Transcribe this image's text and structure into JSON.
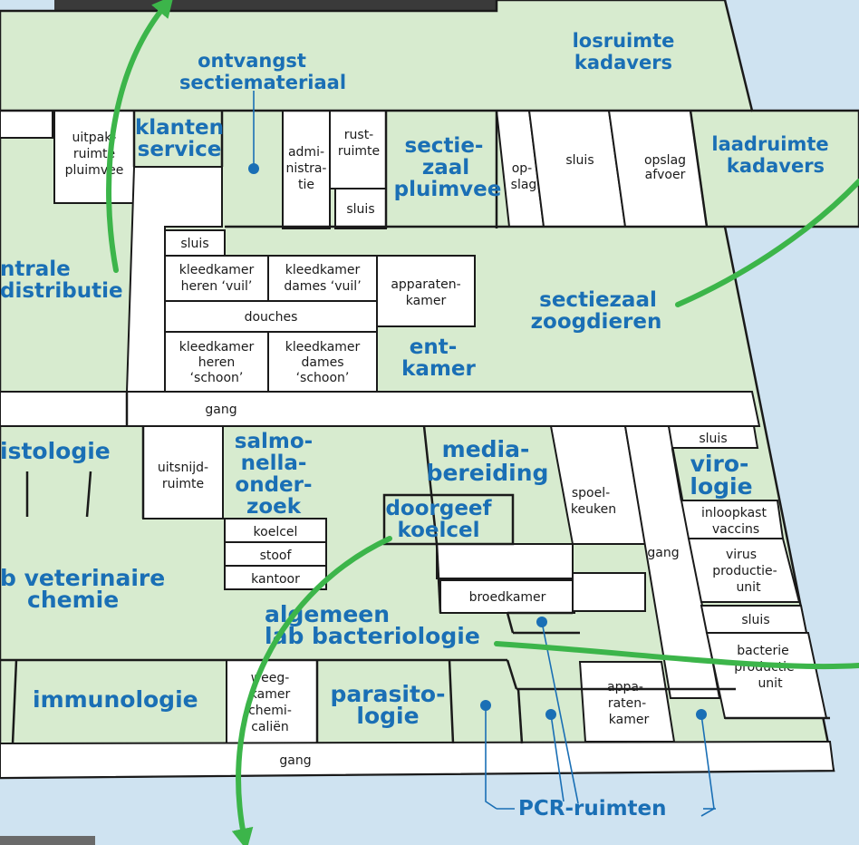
{
  "rooms": {
    "ontvangst": [
      "ontvangst",
      "sectiemateriaal"
    ],
    "losruimte": [
      "losruimte",
      "kadavers"
    ],
    "uitpak": [
      "uitpak-",
      "ruimte",
      "pluimvee"
    ],
    "klanten": [
      "klanten",
      "service"
    ],
    "admin": [
      "admi-",
      "nistra-",
      "tie"
    ],
    "rust": [
      "rust-",
      "ruimte"
    ],
    "sluis_top": "sluis",
    "sectiezaal_pluimvee": [
      "sectie-",
      "zaal",
      "pluimvee"
    ],
    "opslag": [
      "op-",
      "slag"
    ],
    "sluis_mid": "sluis",
    "opslag_afvoer": [
      "opslag",
      "afvoer"
    ],
    "laadruimte": [
      "laadruimte",
      "kadavers"
    ],
    "centrale": [
      "ntrale",
      "distributie"
    ],
    "sluis_upper": "sluis",
    "kk_heren_vuil": [
      "kleedkamer",
      "heren ‘vuil’"
    ],
    "kk_dames_vuil": [
      "kleedkamer",
      "dames ‘vuil’"
    ],
    "apparatenkamer": [
      "apparaten-",
      "kamer"
    ],
    "sectiezaal_zoogdieren": [
      "sectiezaal",
      "zoogdieren"
    ],
    "douches": "douches",
    "kk_heren_schoon": [
      "kleedkamer",
      "heren",
      "‘schoon’"
    ],
    "kk_dames_schoon": [
      "kleedkamer",
      "dames",
      "‘schoon’"
    ],
    "entkamer": [
      "ent-",
      "kamer"
    ],
    "gang_top": "gang",
    "histologie": "istologie",
    "uitsnij": [
      "uitsnijd-",
      "ruimte"
    ],
    "salmonella": [
      "salmo-",
      "nella-",
      "onder-",
      "zoek"
    ],
    "media": [
      "media-",
      "bereiding"
    ],
    "spoelkeuken": [
      "spoel-",
      "keuken"
    ],
    "sluis_viro": "sluis",
    "virologie": [
      "viro-",
      "logie"
    ],
    "doorgeef": [
      "doorgeef",
      "koelcel"
    ],
    "koelcel": "koelcel",
    "stoof": "stoof",
    "kantoor": "kantoor",
    "gang_mid": "gang",
    "inloopkast": [
      "inloopkast",
      "vaccins"
    ],
    "virus_productie": [
      "virus",
      "productie-",
      "unit"
    ],
    "veterinaire": [
      "b veterinaire",
      "chemie"
    ],
    "broedkamer": "broedkamer",
    "sluis_low": "sluis",
    "bacteriologie": [
      "algemeen",
      "lab bacteriologie"
    ],
    "bacterie_productie": [
      "bacterie",
      "productie-",
      "unit"
    ],
    "immunologie": "immunologie",
    "weegkamer": [
      "weeg-",
      "kamer",
      "chemi-",
      "caliën"
    ],
    "parasitologie": [
      "parasito-",
      "logie"
    ],
    "apparatenkamer2": [
      "appa-",
      "raten-",
      "kamer"
    ],
    "gang_bottom": "gang",
    "pcr": "PCR-ruimten"
  },
  "colors": {
    "background": "#cfe3f1",
    "room_fill": "#d7ebcf",
    "corridor_fill": "#ffffff",
    "outline": "#1a1a1a",
    "label_blue": "#1a6fb5",
    "arrow_green": "#3cb54a"
  }
}
